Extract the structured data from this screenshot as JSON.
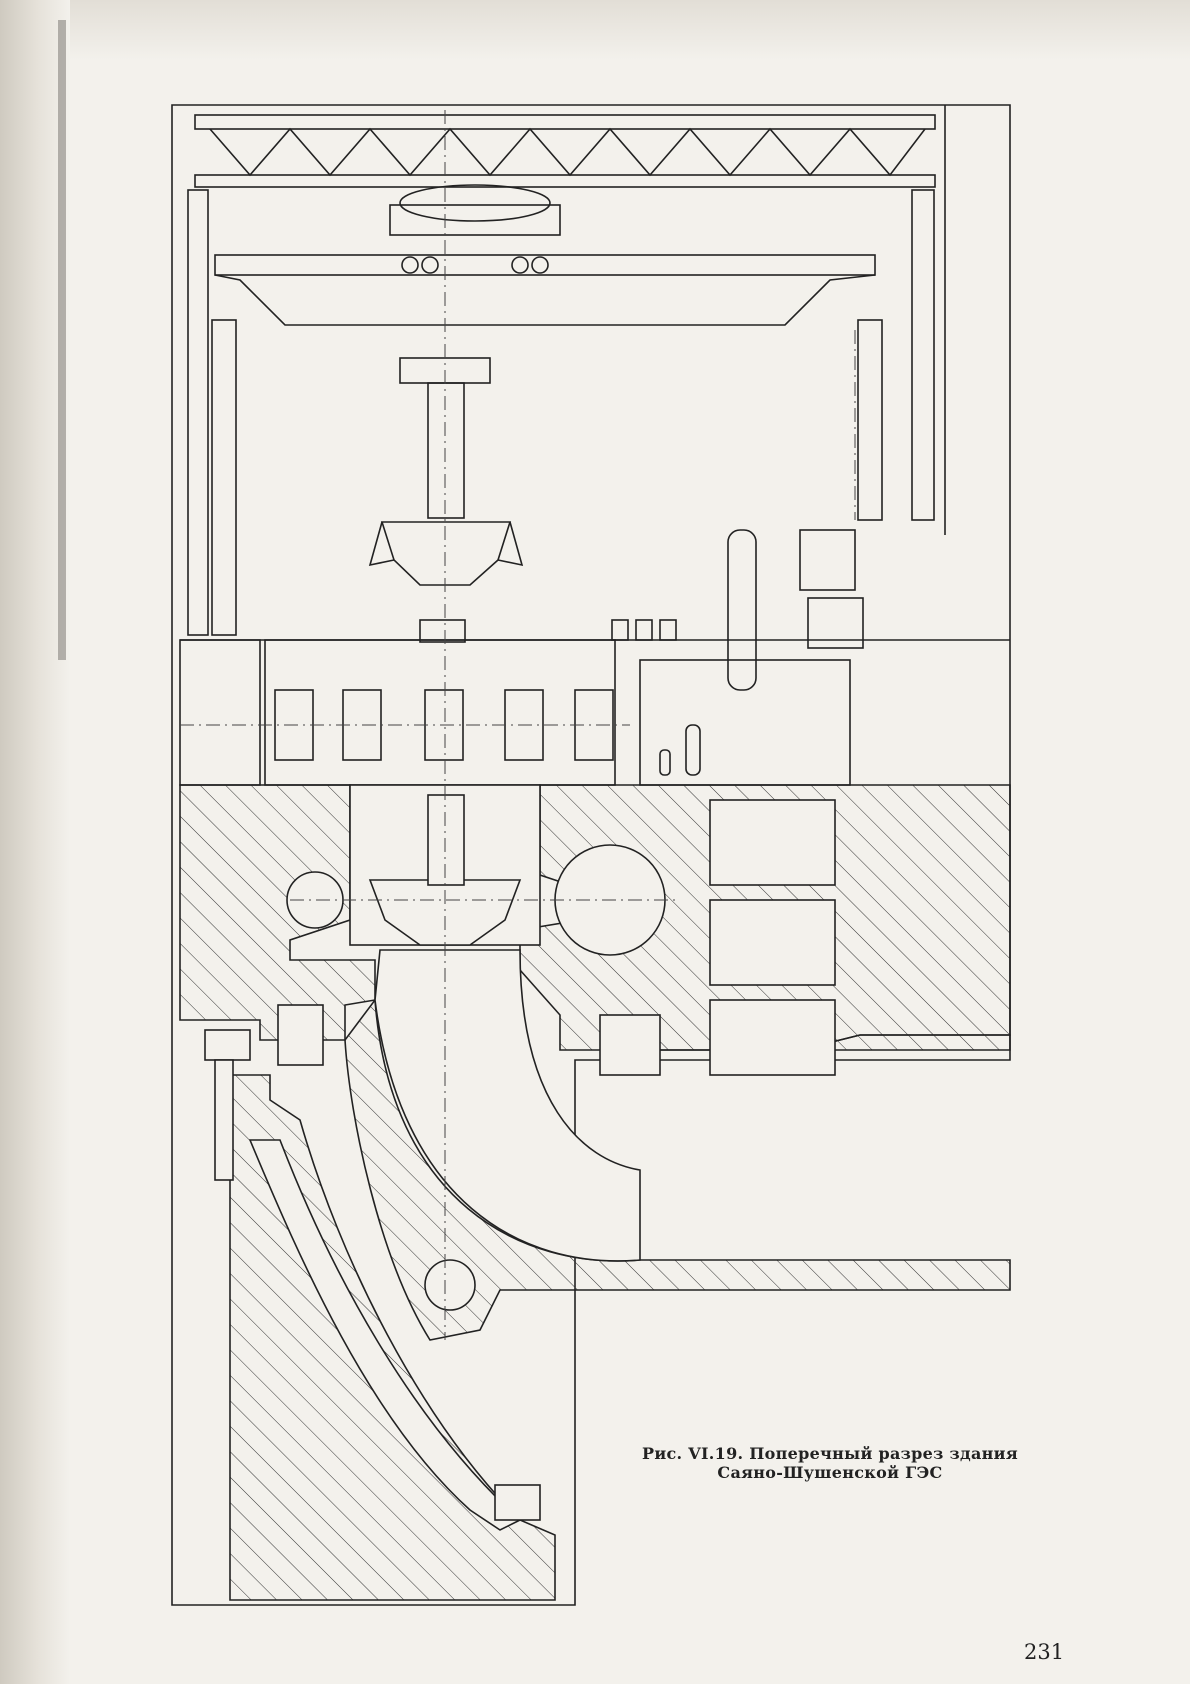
{
  "figure": {
    "caption_line1": "Рис. VI.19. Поперечный разрез здания",
    "caption_line2": "Саяно-Шушенской ГЭС"
  },
  "page": {
    "number": "231"
  },
  "colors": {
    "ink": "#222222",
    "paper": "#f3f1ec"
  }
}
